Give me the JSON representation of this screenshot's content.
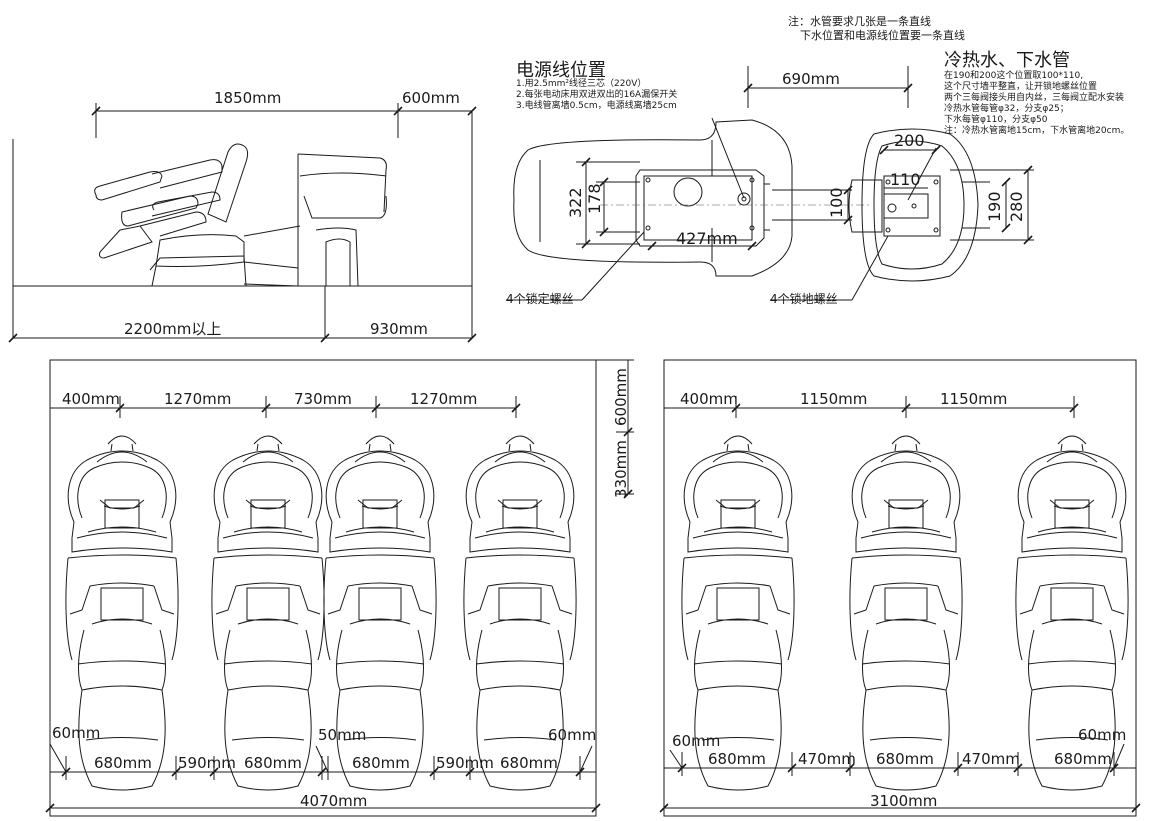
{
  "note": {
    "line1": "注：水管要求几张是一条直线",
    "line2": "下水位置和电源线位置要一条直线"
  },
  "power": {
    "title": "电源线位置",
    "items": [
      "1.用2.5mm²线径三芯（220V）",
      "2.每张电动床用双进双出的16A漏保开关",
      "3.电线管离墙0.5cm，电源线离墙25cm"
    ]
  },
  "water": {
    "title": "冷热水、下水管",
    "items": [
      "在190和200这个位置取100*110,",
      "这个尺寸墙平整直，让开锁地螺丝位置",
      "两个三每阀接头用自内丝，三每阀立配水安装",
      "冷热水管每管φ32，分支φ25；",
      "下水每管φ110，分支φ50",
      "注：冷热水管离地15cm，下水管离地20cm。"
    ]
  },
  "side_view": {
    "dim_top": [
      "1850mm",
      "600mm"
    ],
    "dim_bottom": [
      "2200mm以上",
      "930mm"
    ]
  },
  "plan_view": {
    "dims": [
      "690mm",
      "200",
      "110",
      "322",
      "178",
      "100",
      "190",
      "280",
      "427mm"
    ],
    "labels": [
      "4个锁定螺丝",
      "4个锁地螺丝"
    ]
  },
  "layout_left": {
    "top_dims": [
      "400mm",
      "1270mm",
      "730mm",
      "1270mm"
    ],
    "right_dims": [
      "600mm",
      "330mm"
    ],
    "small_dims": [
      "60mm",
      "50mm",
      "60mm"
    ],
    "bottom_dims": [
      "680mm",
      "590mm",
      "680mm",
      "680mm",
      "590mm",
      "680mm"
    ],
    "total": "4070mm"
  },
  "layout_right": {
    "top_dims": [
      "400mm",
      "1150mm",
      "1150mm"
    ],
    "small_dims": [
      "60mm",
      "60mm"
    ],
    "bottom_dims": [
      "680mm",
      "470mm",
      "680mm",
      "470mm",
      "680mm"
    ],
    "total": "3100mm"
  }
}
